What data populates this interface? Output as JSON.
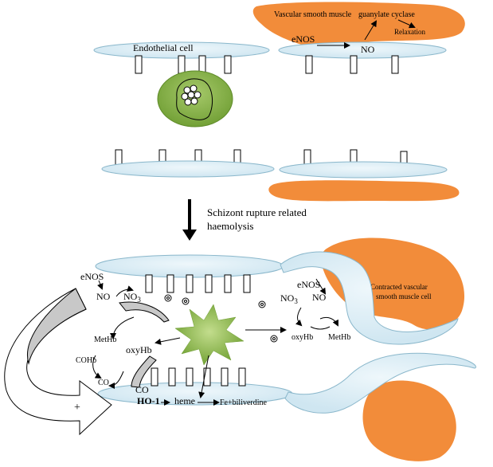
{
  "labels": {
    "endothelial_cell": "Endothelial cell",
    "vascular_smooth_muscle": "Vascular smooth muscle",
    "guanylate_cyclase": "guanylate cyclase",
    "relaxation": "Relaxation",
    "enos_top": "eNOS",
    "no_top": "NO",
    "schizont_line1": "Schizont rupture related",
    "schizont_line2": "haemolysis",
    "contracted_line1": "Contracted vascular",
    "contracted_line2": "smooth muscle cell",
    "enos_left": "eNOS",
    "no_left": "NO",
    "no3_left_base": "NO",
    "no3_left_sub": "3",
    "methb_left": "MetHb",
    "oxyhb_left": "oxyHb",
    "cohb": "COHb",
    "co_small": "CO",
    "co_large": "CO",
    "ho1": "HO-1",
    "heme": "heme",
    "fe_biliverdine": "Fe+biliverdine",
    "plus": "+",
    "enos_right": "eNOS",
    "no_right": "NO",
    "no3_right_base": "NO",
    "no3_right_sub": "3",
    "oxyhb_right": "oxyHb",
    "methb_right": "MetHb"
  },
  "colors": {
    "membrane_fill": "#d7ecf4",
    "membrane_stroke": "#8ab7cb",
    "muscle_orange": "#f28c3a",
    "nucleus_green": "#7fae3c",
    "star_green": "#79ae3a",
    "arrow_gray": "#c8c8c8"
  }
}
